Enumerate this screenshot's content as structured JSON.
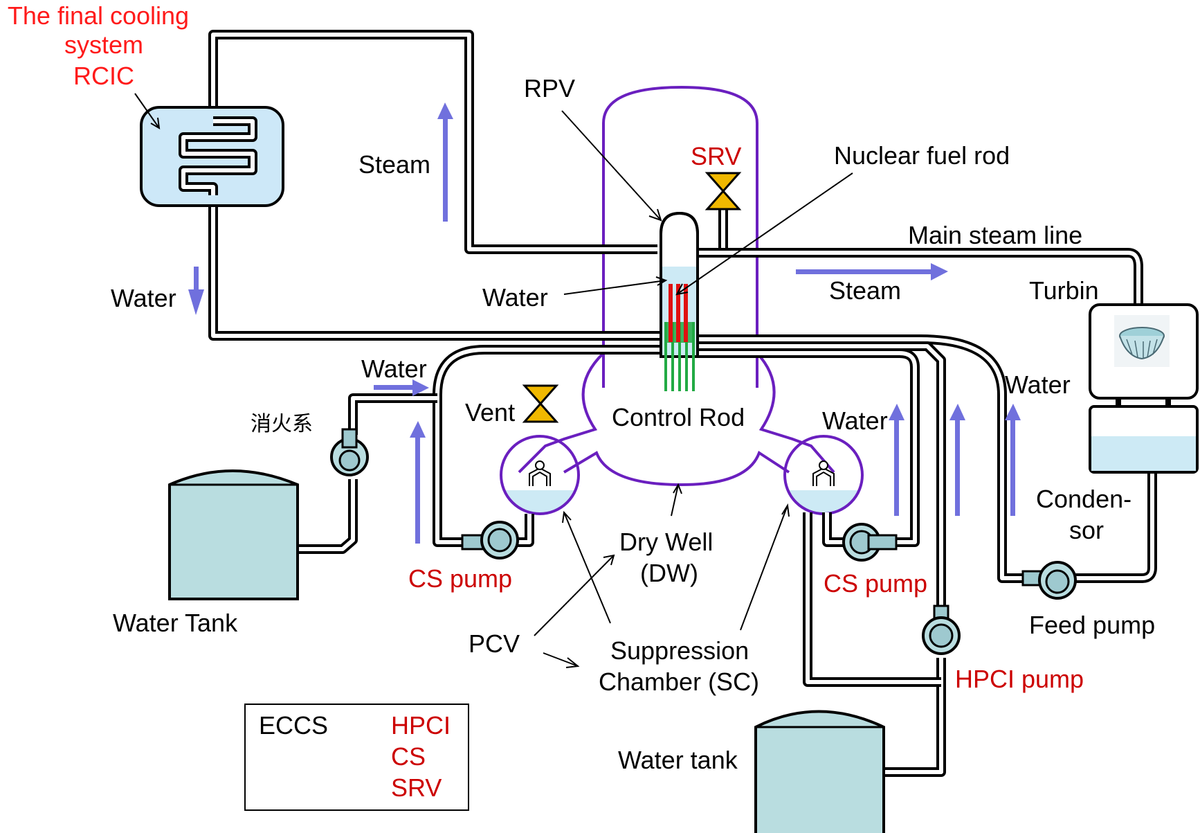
{
  "labels": {
    "rcic_title_1": "The final cooling",
    "rcic_title_2": "system",
    "rcic_title_3": "RCIC",
    "rpv": "RPV",
    "srv": "SRV",
    "nuclear_fuel_rod": "Nuclear fuel rod",
    "main_steam_line": "Main steam line",
    "steam_top": "Steam",
    "steam_line": "Steam",
    "water_left": "Water",
    "water_rpv": "Water",
    "turbin": "Turbin",
    "water_upper_left": "Water",
    "fire_system": "消火系",
    "vent": "Vent",
    "control_rod": "Control Rod",
    "water_right": "Water",
    "water_far_right": "Water",
    "condensor_1": "Conden-",
    "condensor_2": "sor",
    "dry_well_1": "Dry Well",
    "dry_well_2": "(DW)",
    "cs_pump_left": "CS pump",
    "cs_pump_right": "CS pump",
    "water_tank_left": "Water Tank",
    "feed_pump": "Feed pump",
    "pcv": "PCV",
    "suppression_1": "Suppression",
    "suppression_2": "Chamber (SC)",
    "hpci_pump": "HPCI pump",
    "water_tank_bottom": "Water tank"
  },
  "legend": {
    "title": "ECCS",
    "items": [
      "HPCI",
      "CS",
      "SRV"
    ]
  },
  "colors": {
    "flow_arrow": "#7070dd",
    "containment": "#6a1fbf",
    "water": "#cdeaf5",
    "tank": "#b9dde0",
    "valve": "#f0b800",
    "fuel_rod": "#e01010",
    "control_rod": "#22aa44",
    "red_label": "#cc0000"
  }
}
